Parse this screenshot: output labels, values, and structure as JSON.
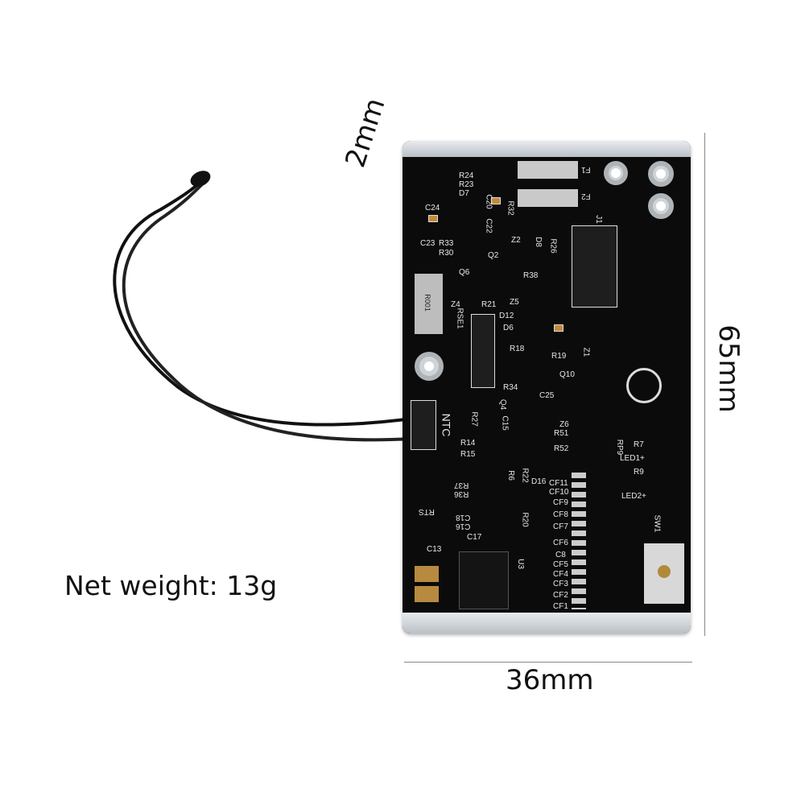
{
  "dimensions": {
    "thickness": "2mm",
    "height": "65mm",
    "width": "36mm"
  },
  "net_weight": "Net weight: 13g",
  "pcb": {
    "labels": [
      "R24",
      "R23",
      "D7",
      "C24",
      "C23",
      "R33",
      "R30",
      "Q6",
      "Q2",
      "Z4",
      "R21",
      "R38",
      "Z5",
      "D12",
      "D6",
      "RSE1",
      "R18",
      "R19",
      "Q10",
      "R34",
      "C25",
      "Q4",
      "C15",
      "R27",
      "Z6",
      "R51",
      "R52",
      "R14",
      "R15",
      "NTC",
      "RP9",
      "R7",
      "LED1+",
      "R9",
      "LED2+",
      "D16",
      "CF11",
      "CF10",
      "CF9",
      "CF8",
      "CF7",
      "CF6",
      "C8",
      "CF5",
      "CF4",
      "CF3",
      "CF2",
      "CF1",
      "U3",
      "SW1",
      "C13",
      "RTS",
      "R37",
      "R36",
      "C18",
      "C16",
      "C17",
      "R20",
      "R6",
      "R22",
      "J1",
      "F1",
      "F2",
      "R32",
      "C20",
      "C22",
      "Z2",
      "D8",
      "R26",
      "Z1"
    ],
    "resistor_marking": "R001"
  }
}
